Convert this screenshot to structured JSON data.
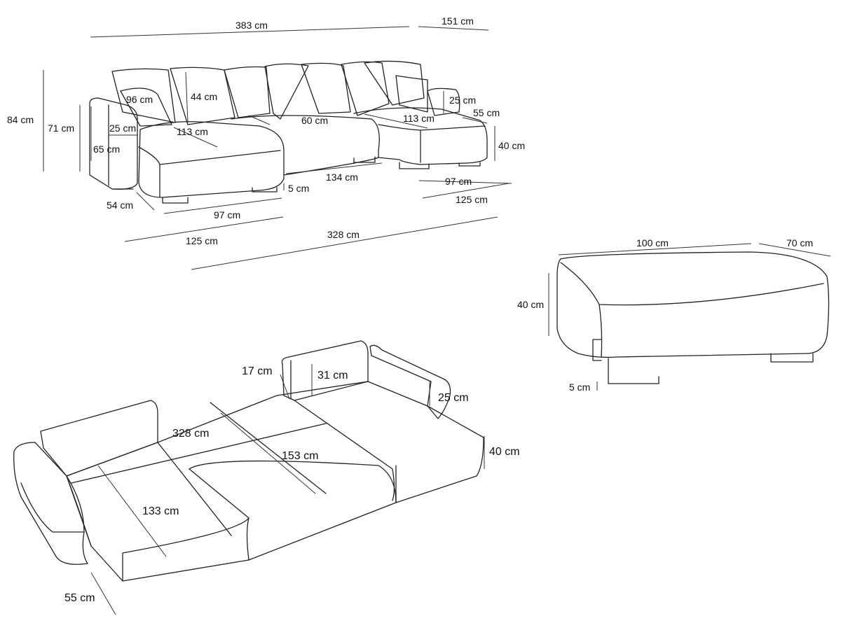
{
  "sofa_view": {
    "overall_width": "383 cm",
    "chaise_width": "151 cm",
    "total_height": "84 cm",
    "arm_height": "71 cm",
    "arm_inner_height": "65 cm",
    "back_depth": "96 cm",
    "cushion_height": "44 cm",
    "arm_width": "25 cm",
    "seat_depth_left": "113 cm",
    "seat_back_depth": "60 cm",
    "seat_depth_right": "113 cm",
    "right_arm_height": "25 cm",
    "right_arm_width": "55 cm",
    "seat_height": "40 cm",
    "leg_height": "5 cm",
    "middle_width": "134 cm",
    "arm_depth": "54 cm",
    "left_seat_width": "97 cm",
    "right_seat_width": "97 cm",
    "left_module_width": "125 cm",
    "right_module_width": "125 cm",
    "total_depth": "328 cm"
  },
  "ottoman_view": {
    "length": "100 cm",
    "depth": "70 cm",
    "height": "40 cm",
    "leg_height": "5 cm"
  },
  "bed_view": {
    "back_height": "17 cm",
    "back_cushion": "31 cm",
    "arm_height": "25 cm",
    "bed_length": "328 cm",
    "bed_width_middle": "153 cm",
    "bed_height": "40 cm",
    "bed_width_left": "133 cm",
    "arm_width": "55 cm"
  }
}
